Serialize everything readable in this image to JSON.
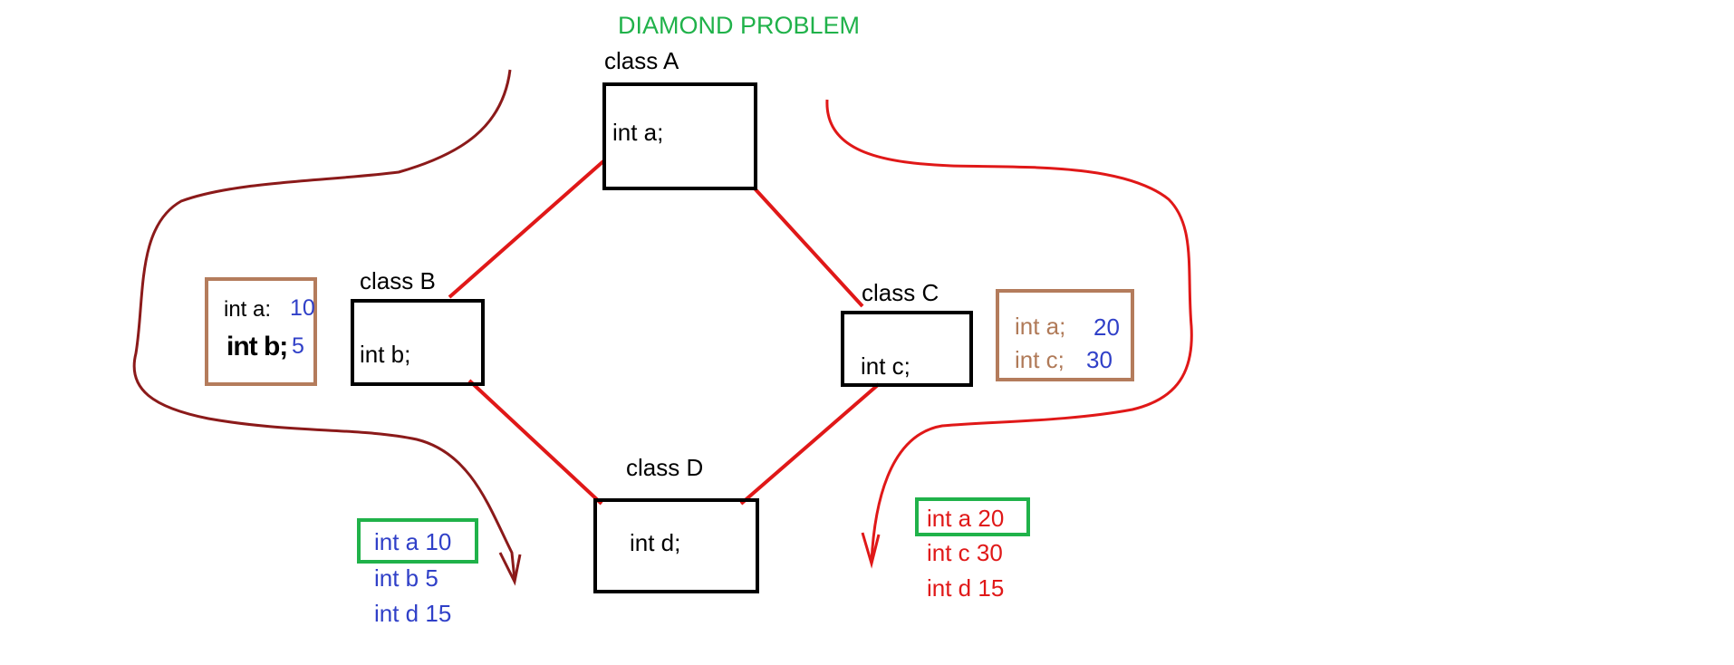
{
  "title": "DIAMOND PROBLEM",
  "classes": {
    "a": {
      "name": "class A",
      "member": "int a;"
    },
    "b": {
      "name": "class B",
      "member": "int b;"
    },
    "c": {
      "name": "class C",
      "member": "int c;"
    },
    "d": {
      "name": "class D",
      "member": "int d;"
    }
  },
  "left_values": {
    "a_label": "int a:",
    "a_value": "10",
    "b_label": "int b;",
    "b_value": "5"
  },
  "right_values": {
    "a_label": "int a;",
    "a_value": "20",
    "c_label": "int c;",
    "c_value": "30"
  },
  "left_result": [
    "int a 10",
    "int b 5",
    "int d 15"
  ],
  "right_result": [
    "int a 20",
    "int c 30",
    "int d 15"
  ],
  "colors": {
    "title": "#20b24a",
    "inheritance_line": "#e01818",
    "left_path": "#8b1a1a",
    "right_path": "#e01818",
    "value_box": "#b47c5c",
    "highlight_box": "#20b24a",
    "left_values": "#3040c8",
    "right_values": "#e01818"
  }
}
